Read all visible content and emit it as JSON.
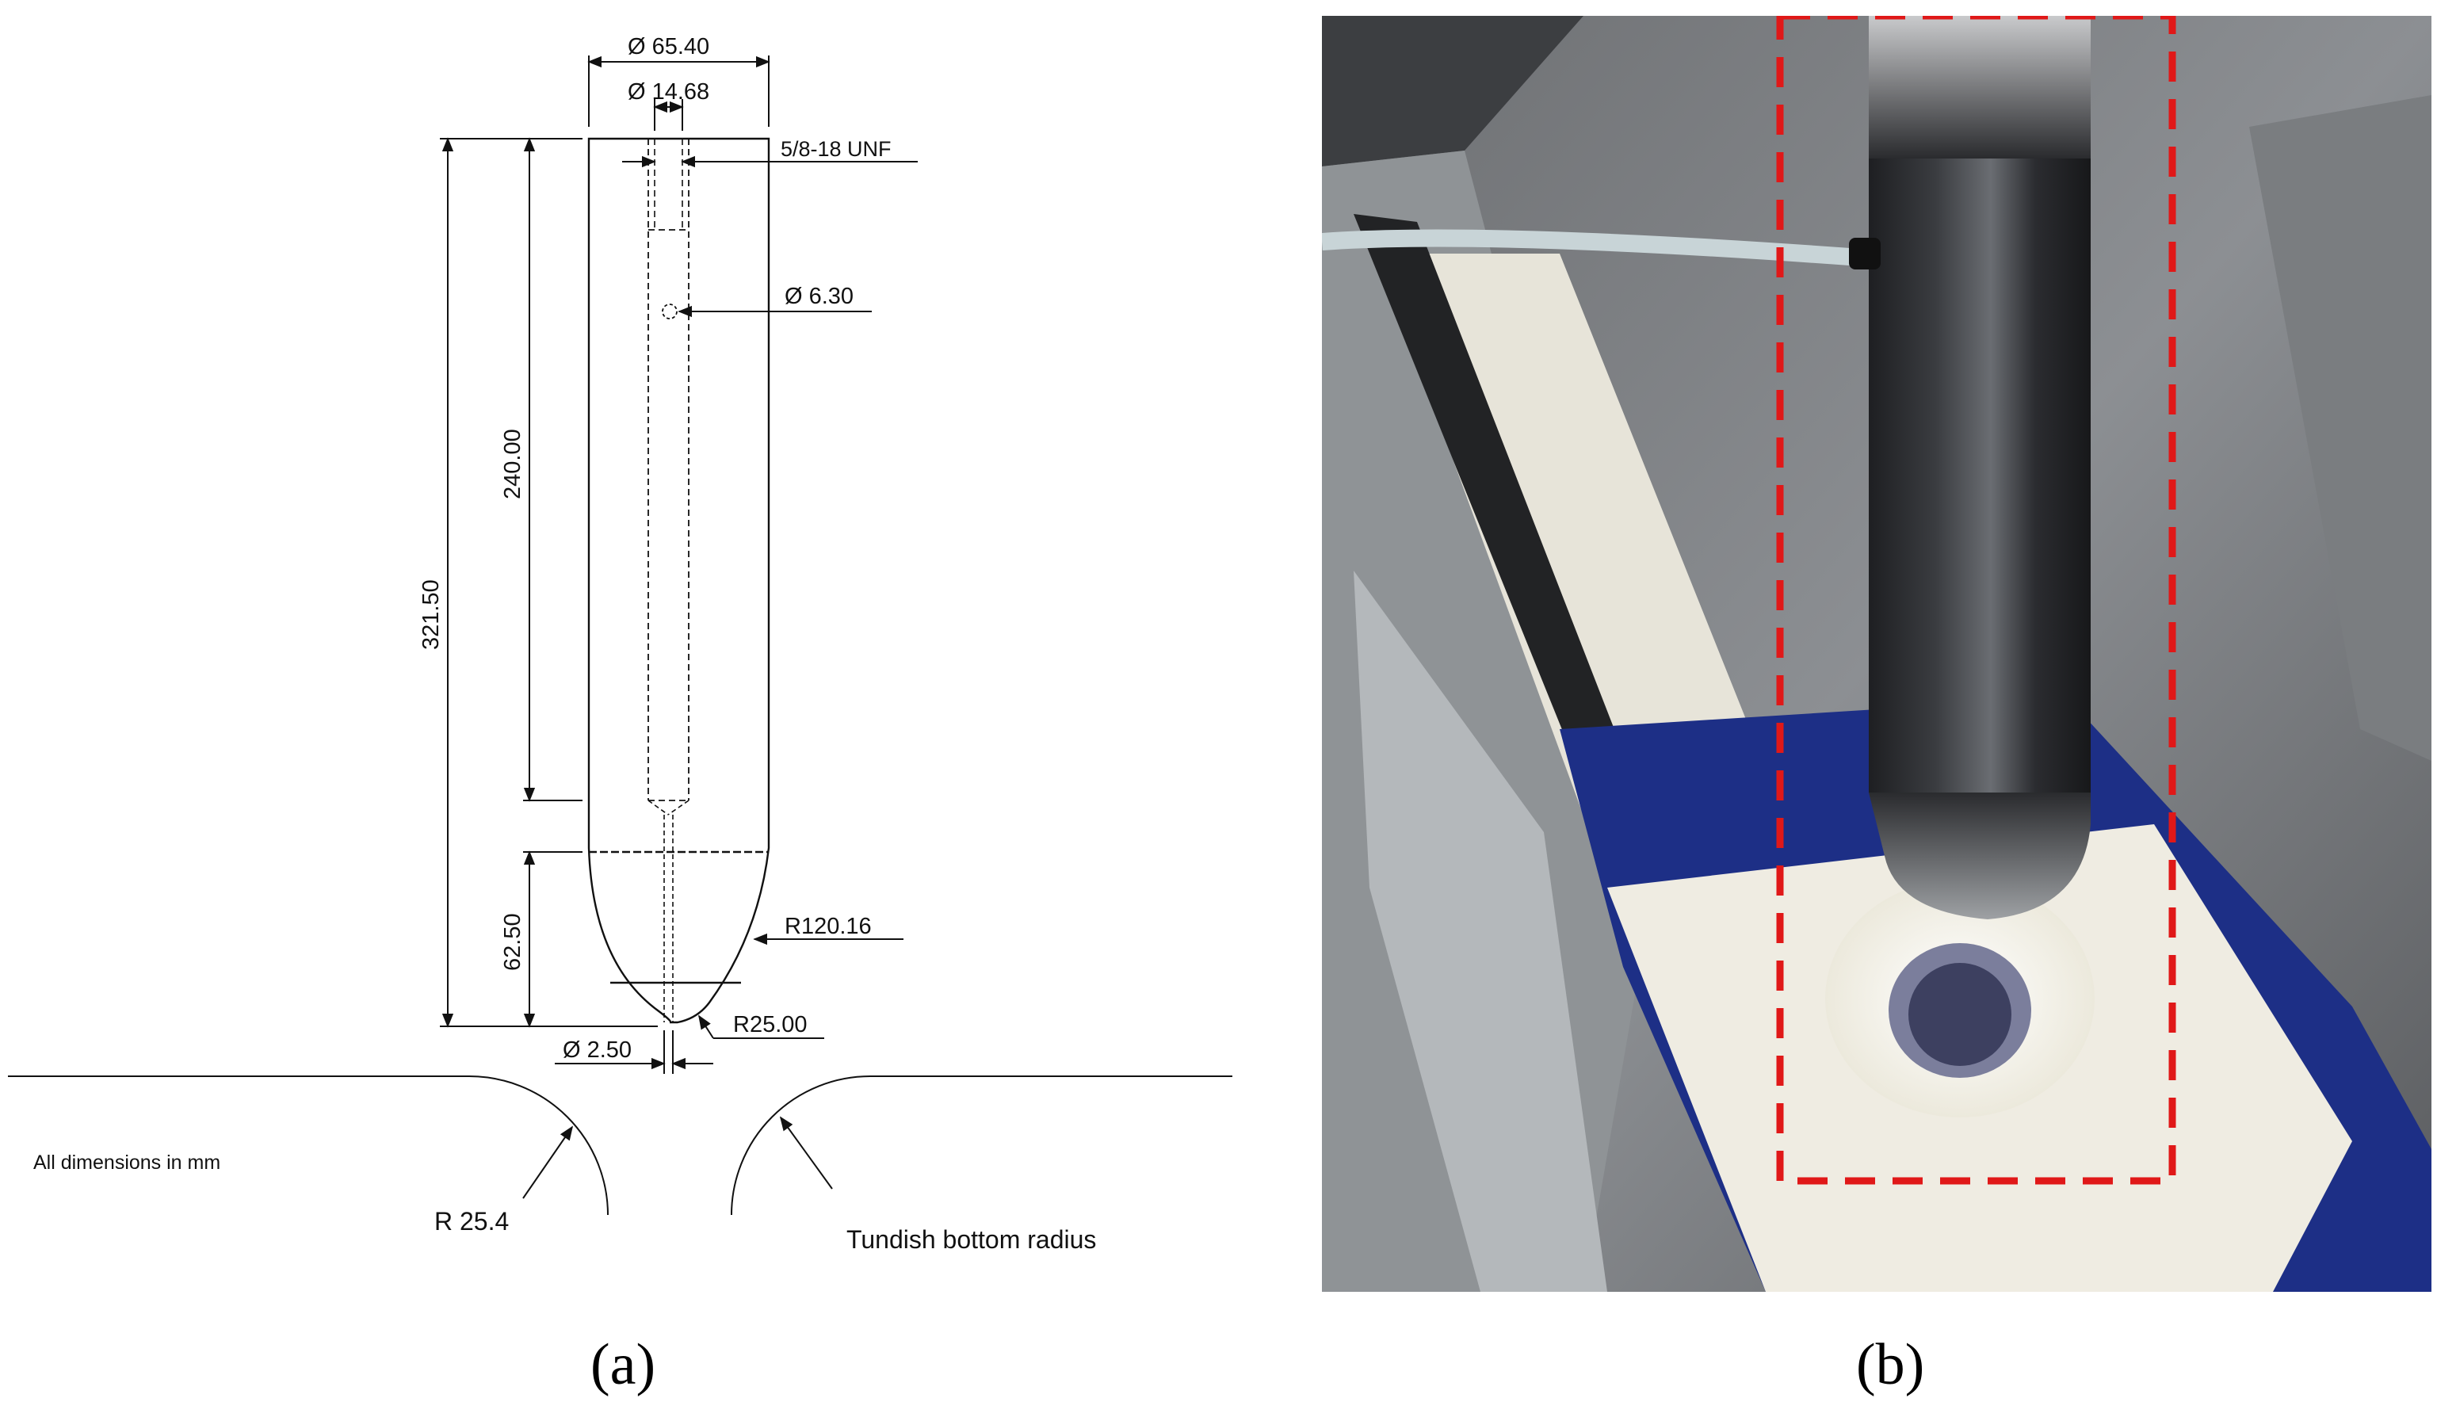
{
  "panel_a": {
    "dimensions": {
      "outer_diameter": "Ø 65.40",
      "bore_diameter": "Ø 14.68",
      "thread": "5/8-18 UNF",
      "hole_diameter": "Ø 6.30",
      "depth_bore": "240.00",
      "total_length": "321.50",
      "nose_length": "62.50",
      "nose_radius": "R120.16",
      "tip_radius": "R25.00",
      "tip_diameter": "Ø 2.50"
    },
    "note": "All dimensions in mm",
    "left_radius": "R 25.4",
    "right_label": "Tundish bottom radius",
    "caption": "(a)"
  },
  "panel_b": {
    "caption": "(b)",
    "highlight_color": "#e01818"
  }
}
